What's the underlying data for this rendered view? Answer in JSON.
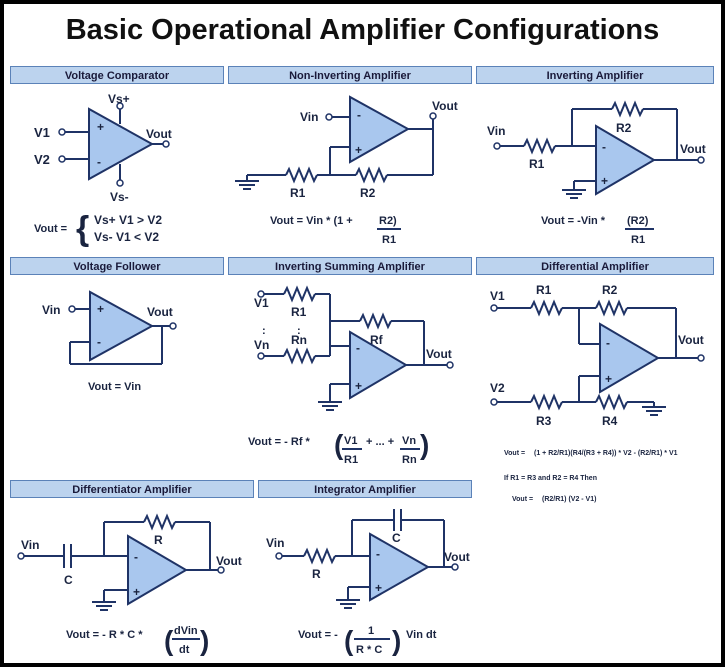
{
  "title": "Basic Operational Amplifier Configurations",
  "colors": {
    "panel_header_bg": "#bcd3ee",
    "amp_fill": "#a9c7ee",
    "wire": "#1f3366"
  },
  "panels": {
    "comparator": {
      "header": "Voltage Comparator",
      "labels": {
        "vsp": "Vs+",
        "vsn": "Vs-",
        "v1": "V1",
        "v2": "V2",
        "vout": "Vout"
      },
      "formula": {
        "lhs": "Vout =",
        "case1": "Vs+  V1 > V2",
        "case2": "Vs-   V1 < V2"
      }
    },
    "noninverting": {
      "header": "Non-Inverting Amplifier",
      "labels": {
        "vin": "Vin",
        "vout": "Vout",
        "r1": "R1",
        "r2": "R2"
      },
      "formula": {
        "main": "Vout = Vin * (1 + ",
        "num": "R2)",
        "den": "R1"
      }
    },
    "inverting": {
      "header": "Inverting Amplifier",
      "labels": {
        "vin": "Vin",
        "vout": "Vout",
        "r1": "R1",
        "r2": "R2"
      },
      "formula": {
        "main": "Vout = -Vin * ",
        "num": "(R2)",
        "den": "R1"
      }
    },
    "follower": {
      "header": "Voltage Follower",
      "labels": {
        "vin": "Vin",
        "vout": "Vout"
      },
      "formula": "Vout = Vin"
    },
    "summing": {
      "header": "Inverting Summing Amplifier",
      "labels": {
        "v1": "V1",
        "vn": "Vn",
        "r1": "R1",
        "rn": "Rn",
        "rf": "Rf",
        "vout": "Vout"
      },
      "formula": {
        "main": "Vout = - Rf *",
        "n1": "V1",
        "d1": "R1",
        "mid": "+ ... +",
        "n2": "Vn",
        "d2": "Rn"
      }
    },
    "differential": {
      "header": "Differential Amplifier",
      "labels": {
        "v1": "V1",
        "v2": "V2",
        "r1": "R1",
        "r2": "R2",
        "r3": "R3",
        "r4": "R4",
        "vout": "Vout"
      },
      "formula": {
        "main_lhs": "Vout =",
        "main_expr": "(1 + R2/R1)(R4/(R3 + R4)) * V2 - (R2/R1) * V1",
        "condition": "If R1 = R3 and R2 = R4 Then",
        "simple_lhs": "Vout =",
        "simple_expr": "(R2/R1) (V2 - V1)"
      }
    },
    "differentiator": {
      "header": "Differentiator Amplifier",
      "labels": {
        "vin": "Vin",
        "vout": "Vout",
        "c": "C",
        "r": "R"
      },
      "formula": {
        "main": "Vout = - R * C *",
        "num": "dVin",
        "den": "dt"
      }
    },
    "integrator": {
      "header": "Integrator Amplifier",
      "labels": {
        "vin": "Vin",
        "vout": "Vout",
        "c": "C",
        "r": "R"
      },
      "formula": {
        "main": "Vout = -",
        "num": "1",
        "den": "R * C",
        "tail": "Vin dt"
      }
    }
  }
}
